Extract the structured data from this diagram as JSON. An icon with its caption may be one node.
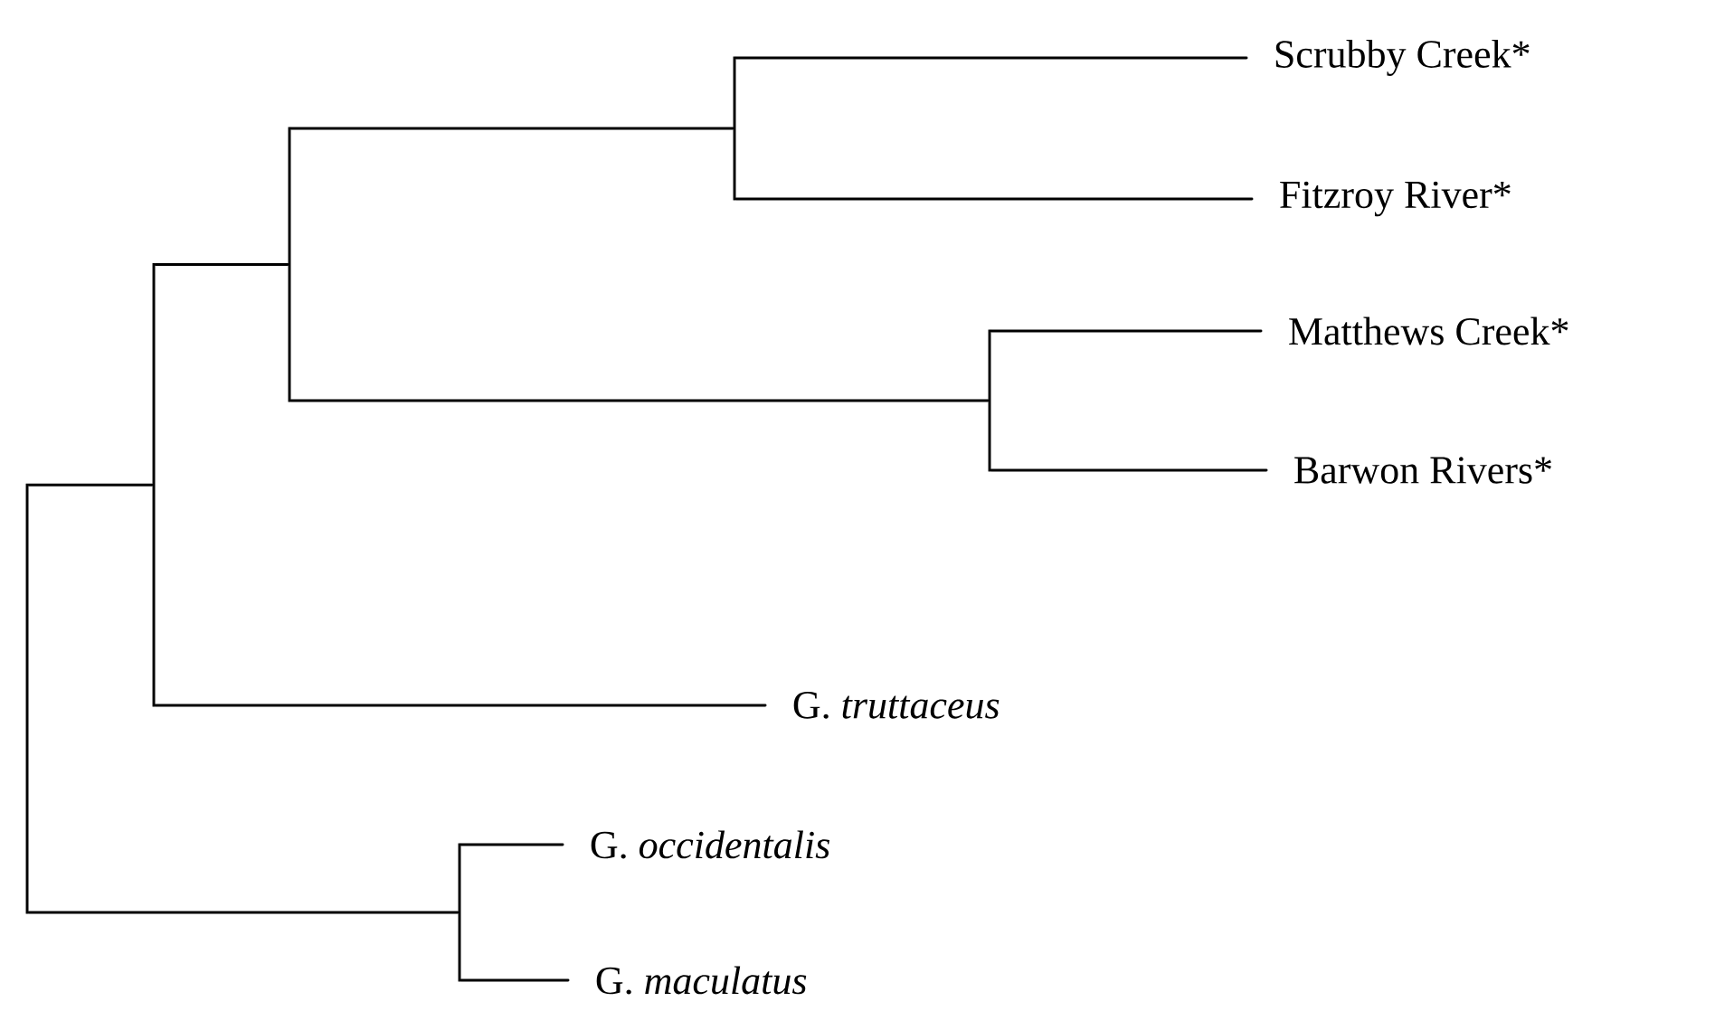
{
  "diagram": {
    "nodes": [
      {
        "text": [
          "Scrubby Creek*"
        ]
      },
      {
        "text": [
          "Fitzroy River*"
        ]
      },
      {
        "text": [
          "Matthews Creek*"
        ]
      },
      {
        "text": [
          "Barwon Rivers*"
        ]
      },
      {
        "text": [
          "G. *truttaceus*"
        ]
      },
      {
        "text": [
          "G. *occidentalis*"
        ]
      },
      {
        "text": [
          "G. *maculatus*"
        ]
      },
      {
        "text": [],
        "shape": "bar"
      },
      {
        "text": [],
        "shape": "bar"
      },
      {
        "text": [],
        "shape": "bar"
      },
      {
        "text": [],
        "shape": "bar"
      },
      {
        "text": [],
        "shape": "bar"
      },
      {
        "text": [],
        "shape": "bar"
      }
    ],
    "edges": [
      {
        "from": 7,
        "to": 0,
        "arrow": "none"
      },
      {
        "from": 7,
        "to": 1,
        "arrow": "none"
      },
      {
        "from": 8,
        "to": 2,
        "arrow": "none"
      },
      {
        "from": 8,
        "to": 3,
        "arrow": "none"
      },
      {
        "from": 9,
        "to": 7,
        "arrow": "none"
      },
      {
        "from": 9,
        "to": 8,
        "arrow": "none"
      },
      {
        "from": 10,
        "to": 9,
        "arrow": "none"
      },
      {
        "from": 10,
        "to": 4,
        "arrow": "none"
      },
      {
        "from": 11,
        "to": 5,
        "arrow": "none"
      },
      {
        "from": 11,
        "to": 6,
        "arrow": "none"
      },
      {
        "from": 12,
        "to": 10,
        "arrow": "none"
      },
      {
        "from": 12,
        "to": 11,
        "arrow": "none"
      }
    ]
  }
}
